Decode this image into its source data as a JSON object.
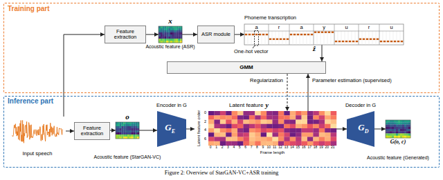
{
  "diagram": {
    "caption": "Figure 2: Overview of StarGAN-VC+ASR training",
    "nodes": [
      {
        "text": [
          "Training part"
        ]
      },
      {
        "text": [
          "Feature extraction"
        ],
        "in": 0
      },
      {
        "text": [
          "x",
          "Acoustic feature (ASR)"
        ],
        "in": 0
      },
      {
        "text": [
          "ASR module"
        ],
        "in": 0
      },
      {
        "text": [
          "Phoneme transcription",
          "a",
          "r",
          "a",
          "y",
          "u",
          "r",
          "u"
        ],
        "in": 0
      },
      {
        "text": [
          "GMM"
        ],
        "in": 0
      },
      {
        "text": [
          "Inference part"
        ]
      },
      {
        "text": [
          "Input speech"
        ],
        "in": 6
      },
      {
        "text": [
          "Feature extraction"
        ],
        "in": 6
      },
      {
        "text": [
          "o",
          "Acoustic feature (StarGAN-VC)"
        ],
        "in": 6
      },
      {
        "text": [
          "Encoder in G",
          "G",
          "E"
        ],
        "in": 6
      },
      {
        "text": [
          "Latent feature",
          "y",
          "Latent feature order",
          "Frame length"
        ],
        "in": 6
      },
      {
        "text": [
          "Decoder in G",
          "G",
          "D"
        ],
        "in": 6
      },
      {
        "text": [
          "G(o, c)",
          "Acoustic feature (Generated)"
        ],
        "in": 6
      }
    ],
    "edges": [
      {
        "from": 7,
        "to": 1,
        "arrow": "to"
      },
      {
        "from": 7,
        "to": 8,
        "arrow": "to"
      },
      {
        "from": 1,
        "to": 2,
        "arrow": "to"
      },
      {
        "from": 2,
        "to": 3,
        "arrow": "to"
      },
      {
        "from": 3,
        "to": 4,
        "arrow": "to"
      },
      {
        "from": 4,
        "to": 5,
        "arrow": "to"
      },
      {
        "from": 5,
        "to": 11,
        "label": "Regularization",
        "arrow": "to"
      },
      {
        "from": 11,
        "to": 5,
        "label": "Parameter estimation (supervised)",
        "arrow": "to"
      },
      {
        "from": 8,
        "to": 9,
        "arrow": "to"
      },
      {
        "from": 9,
        "to": 10,
        "arrow": "to"
      },
      {
        "from": 10,
        "to": 11,
        "arrow": "to"
      },
      {
        "from": 11,
        "to": 12,
        "arrow": "to"
      },
      {
        "from": 12,
        "to": 13,
        "arrow": "to"
      }
    ],
    "labels": [
      "One-hot vector",
      "ẑ",
      "0",
      "2",
      "4",
      "6",
      "0",
      "1",
      "2",
      "3",
      "4",
      "5",
      "6",
      "7",
      "8",
      "9",
      "10",
      "11",
      "12",
      "13",
      "14",
      "15",
      "16",
      "17",
      "18",
      "19",
      "20",
      "21"
    ]
  }
}
